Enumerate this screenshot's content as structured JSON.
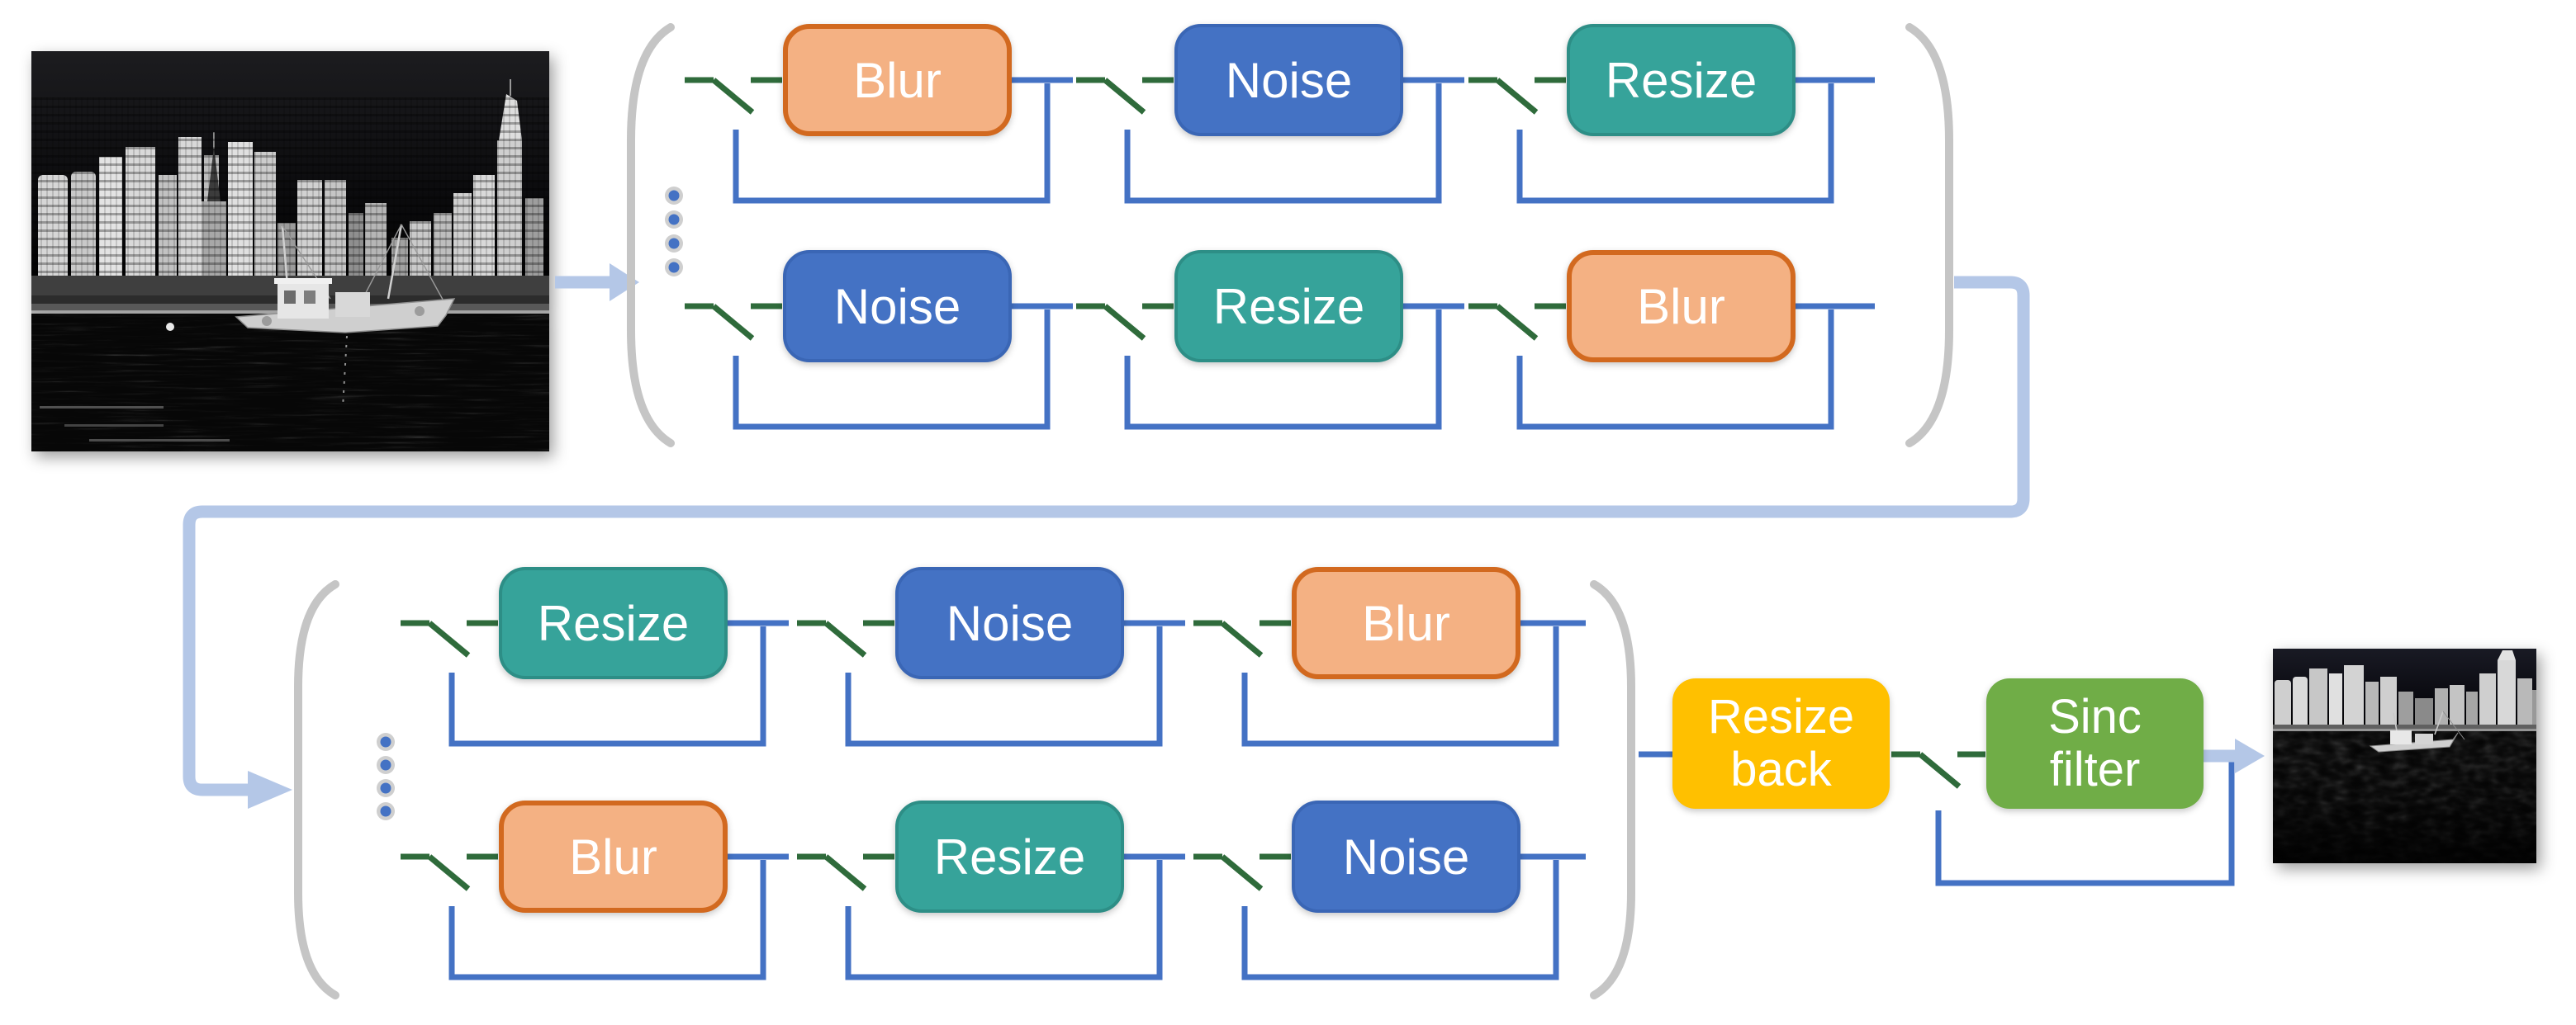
{
  "diagram": {
    "input_image": {
      "description": "Inverted grayscale night photo: city skyline of bright high-rise towers, dark sky, fishing boat on dark rippled water"
    },
    "stage1": {
      "ellipsis_dots": 4,
      "rows": [
        {
          "blocks": [
            {
              "type": "blur",
              "label": "Blur"
            },
            {
              "type": "noise",
              "label": "Noise"
            },
            {
              "type": "resize",
              "label": "Resize"
            }
          ]
        },
        {
          "blocks": [
            {
              "type": "noise",
              "label": "Noise"
            },
            {
              "type": "resize",
              "label": "Resize"
            },
            {
              "type": "blur",
              "label": "Blur"
            }
          ]
        }
      ]
    },
    "stage2": {
      "ellipsis_dots": 4,
      "rows": [
        {
          "blocks": [
            {
              "type": "resize",
              "label": "Resize"
            },
            {
              "type": "noise",
              "label": "Noise"
            },
            {
              "type": "blur",
              "label": "Blur"
            }
          ]
        },
        {
          "blocks": [
            {
              "type": "blur",
              "label": "Blur"
            },
            {
              "type": "resize",
              "label": "Resize"
            },
            {
              "type": "noise",
              "label": "Noise"
            }
          ]
        }
      ]
    },
    "final_blocks": [
      {
        "type": "resize-back",
        "label": "Resize back"
      },
      {
        "type": "sinc",
        "label": "Sinc filter"
      }
    ],
    "output_image": {
      "description": "Degraded inverted grayscale photo of the same skyline and boat, compressed and heavily noisy water"
    }
  },
  "colors": {
    "blur-fill": "#F4B183",
    "blur-border": "#D2691F",
    "noise-fill": "#4472C4",
    "noise-border": "#3A66B5",
    "resize-fill": "#36A39A",
    "resize-border": "#2D8E86",
    "resize-back-fill": "#FFC000",
    "sinc-fill": "#70AD47",
    "wire-blue": "#4472C4",
    "wire-green": "#2F6B3B",
    "connector": "#B4C7E7",
    "bracket": "#C5C5C5",
    "dot-fill": "#4472C4",
    "dot-ring": "#CFCFCF",
    "label-text": "#FFFFFF"
  }
}
